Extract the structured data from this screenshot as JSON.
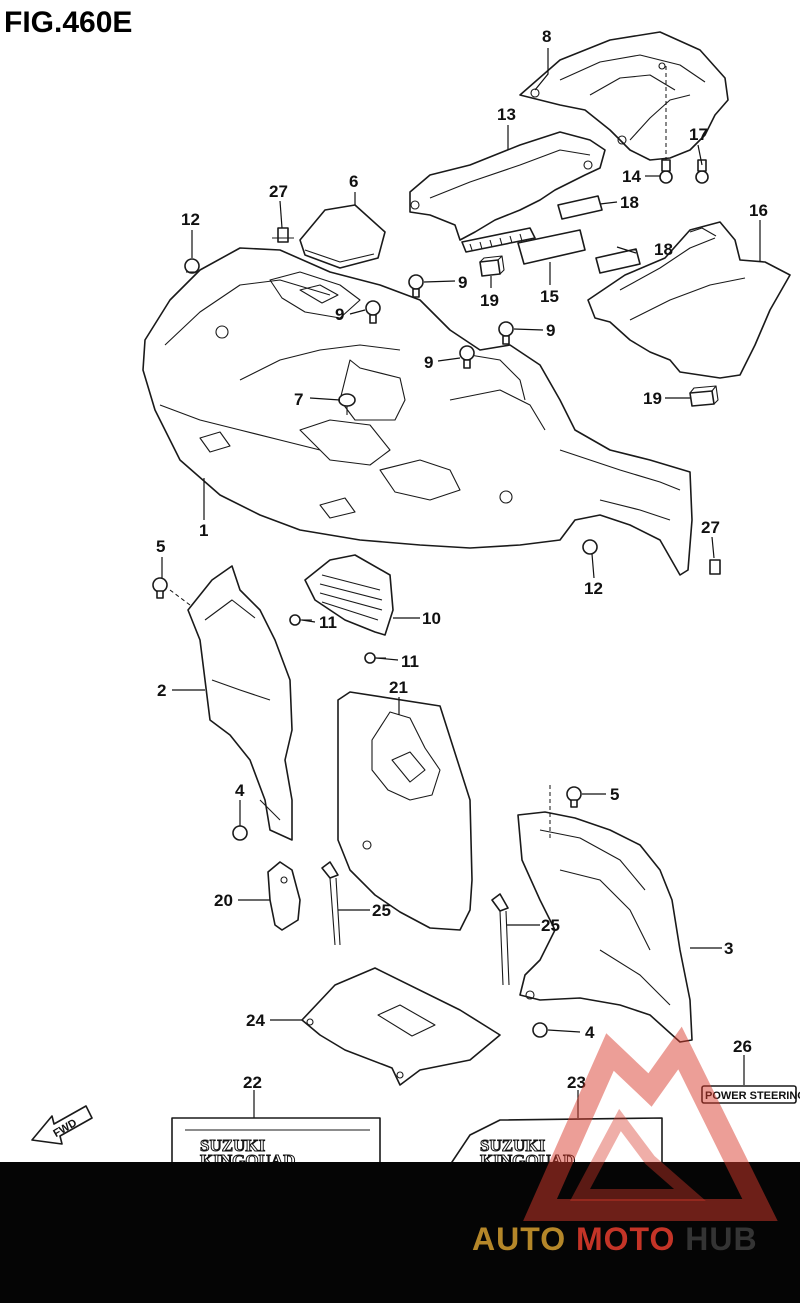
{
  "figure": {
    "title": "FIG.460E"
  },
  "callouts": [
    {
      "id": "c8",
      "label": "8"
    },
    {
      "id": "c13",
      "label": "13"
    },
    {
      "id": "c17",
      "label": "17"
    },
    {
      "id": "c14",
      "label": "14"
    },
    {
      "id": "c18a",
      "label": "18"
    },
    {
      "id": "c6",
      "label": "6"
    },
    {
      "id": "c27a",
      "label": "27"
    },
    {
      "id": "c12a",
      "label": "12"
    },
    {
      "id": "c16",
      "label": "16"
    },
    {
      "id": "c9a",
      "label": "9"
    },
    {
      "id": "c18b",
      "label": "18"
    },
    {
      "id": "c9b",
      "label": "9"
    },
    {
      "id": "c19a",
      "label": "19"
    },
    {
      "id": "c15",
      "label": "15"
    },
    {
      "id": "c9c",
      "label": "9"
    },
    {
      "id": "c9d",
      "label": "9"
    },
    {
      "id": "c7",
      "label": "7"
    },
    {
      "id": "c19b",
      "label": "19"
    },
    {
      "id": "c1",
      "label": "1"
    },
    {
      "id": "c27b",
      "label": "27"
    },
    {
      "id": "c5a",
      "label": "5"
    },
    {
      "id": "c12b",
      "label": "12"
    },
    {
      "id": "c11a",
      "label": "11"
    },
    {
      "id": "c10",
      "label": "10"
    },
    {
      "id": "c11b",
      "label": "11"
    },
    {
      "id": "c2",
      "label": "2"
    },
    {
      "id": "c21",
      "label": "21"
    },
    {
      "id": "c5b",
      "label": "5"
    },
    {
      "id": "c4a",
      "label": "4"
    },
    {
      "id": "c20",
      "label": "20"
    },
    {
      "id": "c25a",
      "label": "25"
    },
    {
      "id": "c25b",
      "label": "25"
    },
    {
      "id": "c3",
      "label": "3"
    },
    {
      "id": "c24",
      "label": "24"
    },
    {
      "id": "c4b",
      "label": "4"
    },
    {
      "id": "c26",
      "label": "26"
    },
    {
      "id": "c22",
      "label": "22"
    },
    {
      "id": "c23",
      "label": "23"
    }
  ],
  "decals": {
    "power_steering": "POWER STEERING",
    "fwd": "FWD",
    "suzuki_left": "SUZUKI",
    "suzuki_right": "SUZUKI",
    "kingquad_left": "KINGQUAD",
    "kingquad_right": "KINGQUAD"
  },
  "watermark": {
    "part1": "AUTO",
    "part2": "MOTO",
    "part3": "HUB"
  },
  "colors": {
    "line": "#1a1a1a",
    "watermark_gold": "#c9962e",
    "watermark_red": "#d93a2b",
    "watermark_dark": "#2a2a2a",
    "bottom_bar": "#050505"
  }
}
